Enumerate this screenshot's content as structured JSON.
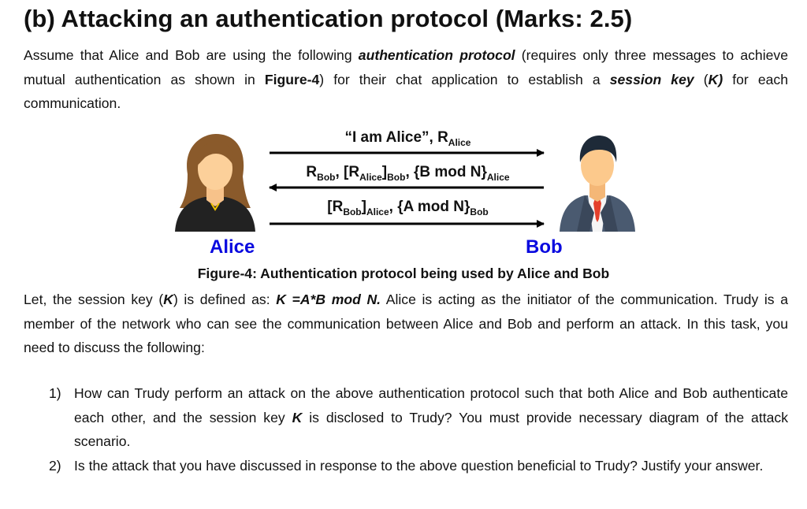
{
  "heading": "(b) Attacking an authentication protocol (Marks: 2.5)",
  "intro": {
    "t1": "Assume that Alice and Bob are using the following ",
    "protocol": "authentication protocol",
    "t2": " (requires only three messages to achieve mutual authentication as shown in ",
    "figref": "Figure-4",
    "t3": ") for their chat application to establish a ",
    "session_key": "session key",
    "t4": " (",
    "k": "K)",
    "t5": " for each communication."
  },
  "figure": {
    "msg1": {
      "a": "“I am Alice”, R",
      "sub1": "Alice"
    },
    "msg2": {
      "a": "R",
      "sub1": "Bob",
      "b": ", [R",
      "sub2": "Alice",
      "c": "]",
      "sub3": "Bob",
      "d": ", {B mod N}",
      "sub4": "Alice"
    },
    "msg3": {
      "a": "[R",
      "sub1": "Bob",
      "b": "]",
      "sub2": "Alice",
      "c": ", {A mod N}",
      "sub3": "Bob"
    },
    "alice_label": "Alice",
    "bob_label": "Bob",
    "caption": "Figure-4: Authentication protocol being used by Alice and Bob",
    "arrow_color": "#000000",
    "name_color": "#0a0adf"
  },
  "definition": {
    "t1": "Let, the session key (",
    "k": "K",
    "t2": ") is defined as: ",
    "formula": "K =A*B mod N.",
    "t3": " Alice is acting as the initiator of the communication. Trudy is a member of the network who can see the communication between Alice and Bob and perform an attack. In this task, you need to discuss the following:"
  },
  "tasks": [
    {
      "num": "1)",
      "t1": "How can Trudy perform an attack on the above authentication protocol such that both Alice and Bob authenticate each other, and the session key ",
      "k": "K",
      "t2": " is disclosed to Trudy? You must provide necessary diagram of the attack scenario."
    },
    {
      "num": "2)",
      "t1": "Is the attack that you have discussed in response to the above question beneficial to Trudy? Justify your answer."
    }
  ]
}
